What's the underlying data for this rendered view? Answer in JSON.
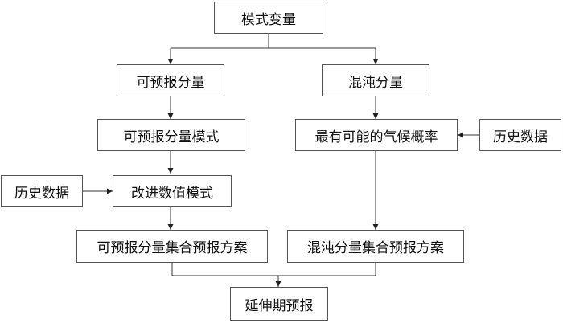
{
  "nodes": {
    "mode_variable": "模式变量",
    "predictable": "可预报分量",
    "chaotic": "混沌分量",
    "predictable_mode": "可预报分量模式",
    "max_climate_prob": "最有可能的气候概率",
    "history_left": "历史数据",
    "history_right": "历史数据",
    "improved_mode": "改进数值模式",
    "predictable_ensemble": "可预报分量集合预报方案",
    "chaotic_ensemble": "混沌分量集合预报方案",
    "extended_forecast": "延伸期预报"
  },
  "colors": {
    "line": "#333333",
    "border": "#555555",
    "text": "#111111"
  }
}
